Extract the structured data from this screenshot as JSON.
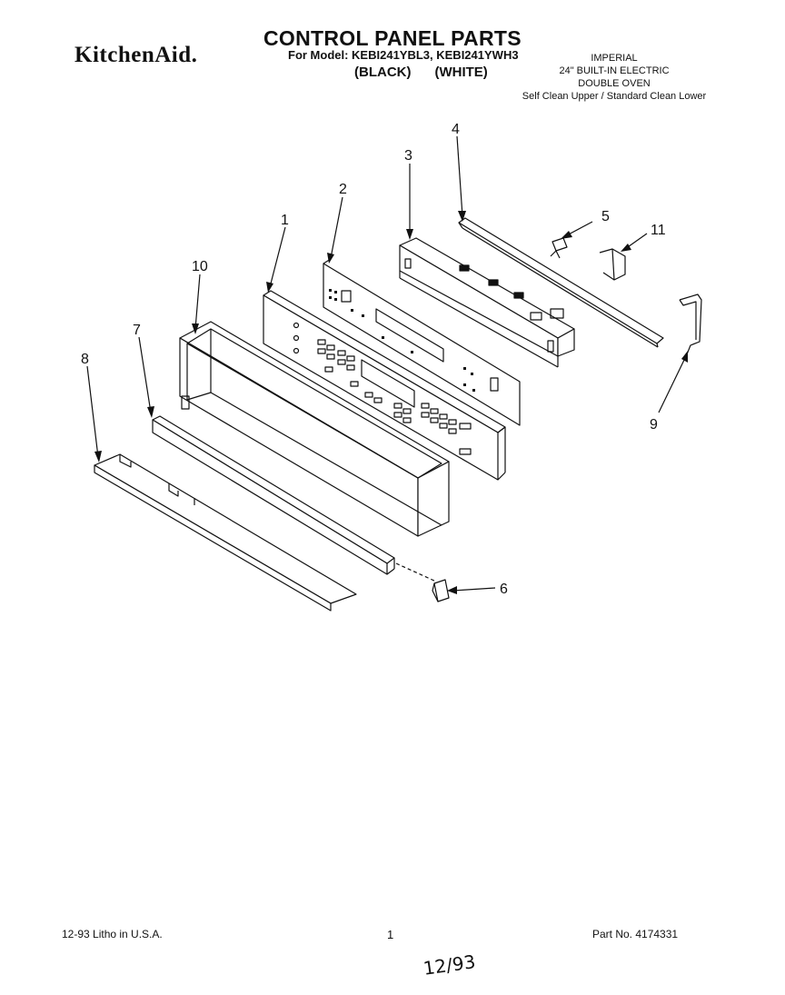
{
  "header": {
    "brand": "KitchenAid.",
    "title": "CONTROL PANEL PARTS",
    "models": "For Model: KEBI241YBL3, KEBI241YWH3",
    "color_black": "(BLACK)",
    "color_white": "(WHITE)",
    "spec_lines": [
      "IMPERIAL",
      "24\" BUILT-IN ELECTRIC",
      "DOUBLE OVEN",
      "Self Clean Upper / Standard Clean Lower"
    ]
  },
  "callouts": {
    "c1": "1",
    "c2": "2",
    "c3": "3",
    "c4": "4",
    "c5": "5",
    "c6": "6",
    "c7": "7",
    "c8": "8",
    "c9": "9",
    "c10": "10",
    "c11": "11"
  },
  "footer": {
    "litho": "12-93 Litho in U.S.A.",
    "page": "1",
    "part_no": "Part No. 4174331",
    "handwritten_date": "12/93"
  }
}
